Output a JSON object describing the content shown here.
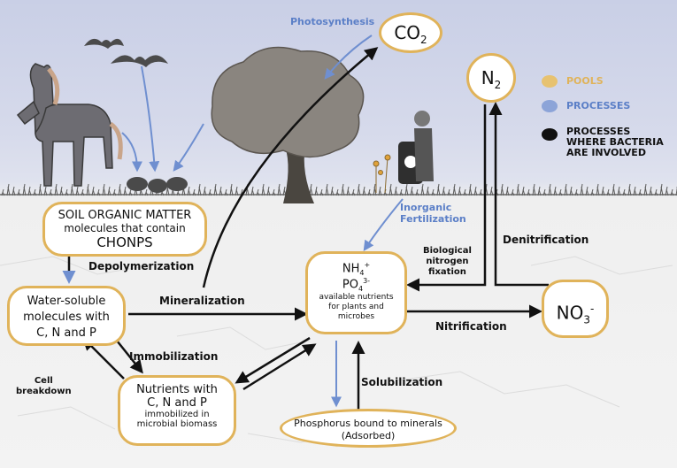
{
  "pools": {
    "co2": "CO",
    "co2_sub": "2",
    "n2": "N",
    "n2_sub": "2",
    "som_line1": "SOIL ORGANIC MATTER",
    "som_line2": "molecules that contain",
    "som_line3": "CHONPS",
    "water_soluble_line1": "Water-soluble",
    "water_soluble_line2": "molecules with",
    "water_soluble_line3": "C, N and P",
    "available_nh": "NH",
    "available_nh_sub": "4",
    "available_nh_sup": "+",
    "available_po": "PO",
    "available_po_sub": "4",
    "available_po_sup": "3-",
    "available_desc1": "available nutrients",
    "available_desc2": "for plants and",
    "available_desc3": "microbes",
    "nitrate": "NO",
    "nitrate_sub": "3",
    "nitrate_sup": "-",
    "nutrients_line1": "Nutrients with",
    "nutrients_line2": "C, N and P",
    "nutrients_line3": "immobilized in",
    "nutrients_line4": "microbial biomass",
    "phosphorus_line1": "Phosphorus bound to minerals",
    "phosphorus_line2": "(Adsorbed)"
  },
  "processes": {
    "photosynthesis": "Photosynthesis",
    "inorganic_fert_line1": "Inorganic",
    "inorganic_fert_line2": "Fertilization",
    "depolymerization": "Depolymerization",
    "mineralization": "Mineralization",
    "immobilization": "Immobilization",
    "cell_breakdown_line1": "Cell",
    "cell_breakdown_line2": "breakdown",
    "solubilization": "Solubilization",
    "nitrification": "Nitrification",
    "denitrification": "Denitrification",
    "bnf_line1": "Biological",
    "bnf_line2": "nitrogen",
    "bnf_line3": "fixation"
  },
  "legend": {
    "pools": "POOLS",
    "processes": "PROCESSES",
    "bacteria_line1": "PROCESSES",
    "bacteria_line2": "WHERE BACTERIA",
    "bacteria_line3": "ARE INVOLVED"
  },
  "colors": {
    "pool_border": "#e0b35a",
    "process_blue": "#5b7fc7",
    "bacteria_black": "#111111"
  }
}
